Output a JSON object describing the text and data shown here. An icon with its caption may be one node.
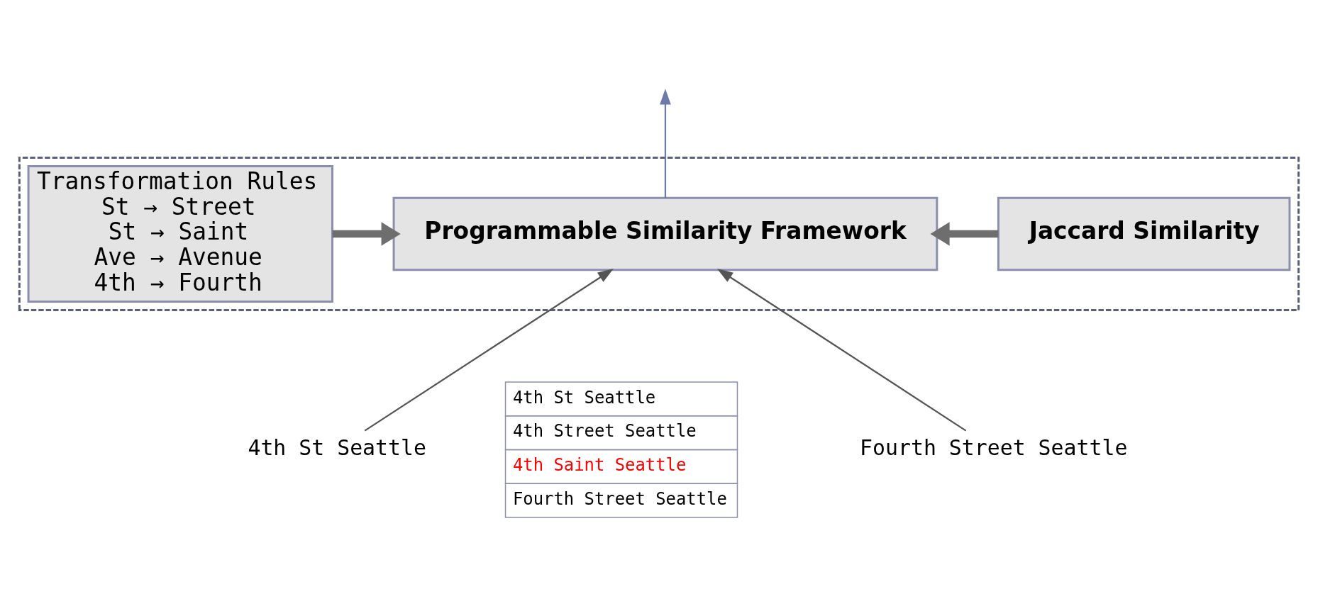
{
  "diagram": {
    "nodes": [
      {
        "text": [],
        "shape": "box"
      },
      {
        "text": [
          "Transformation Rules",
          "St → Street",
          "St → Saint",
          "Ave → Avenue",
          "4th → Fourth"
        ],
        "in": 0
      },
      {
        "text": [
          "Programmable Similarity Framework"
        ],
        "in": 0
      },
      {
        "text": [
          "Jaccard Similarity"
        ],
        "in": 0
      },
      {
        "text": [
          "4th St Seattle"
        ]
      },
      {
        "text": [
          "Fourth Street Seattle"
        ]
      }
    ],
    "edges": [
      {
        "from": 1,
        "to": 2,
        "arrow": "to",
        "style": "thick",
        "color": "#6e6e6e"
      },
      {
        "from": 3,
        "to": 2,
        "arrow": "to",
        "style": "thick",
        "color": "#6e6e6e"
      },
      {
        "from": 2,
        "to": null,
        "arrow": "to",
        "color": "#6b7aa8"
      },
      {
        "from": 4,
        "to": 2,
        "arrow": "to"
      },
      {
        "from": 5,
        "to": 2,
        "arrow": "to"
      }
    ],
    "labels": [
      "4th St Seattle",
      "4th Street Seattle",
      "4th Saint Seattle",
      "Fourth Street Seattle"
    ]
  }
}
